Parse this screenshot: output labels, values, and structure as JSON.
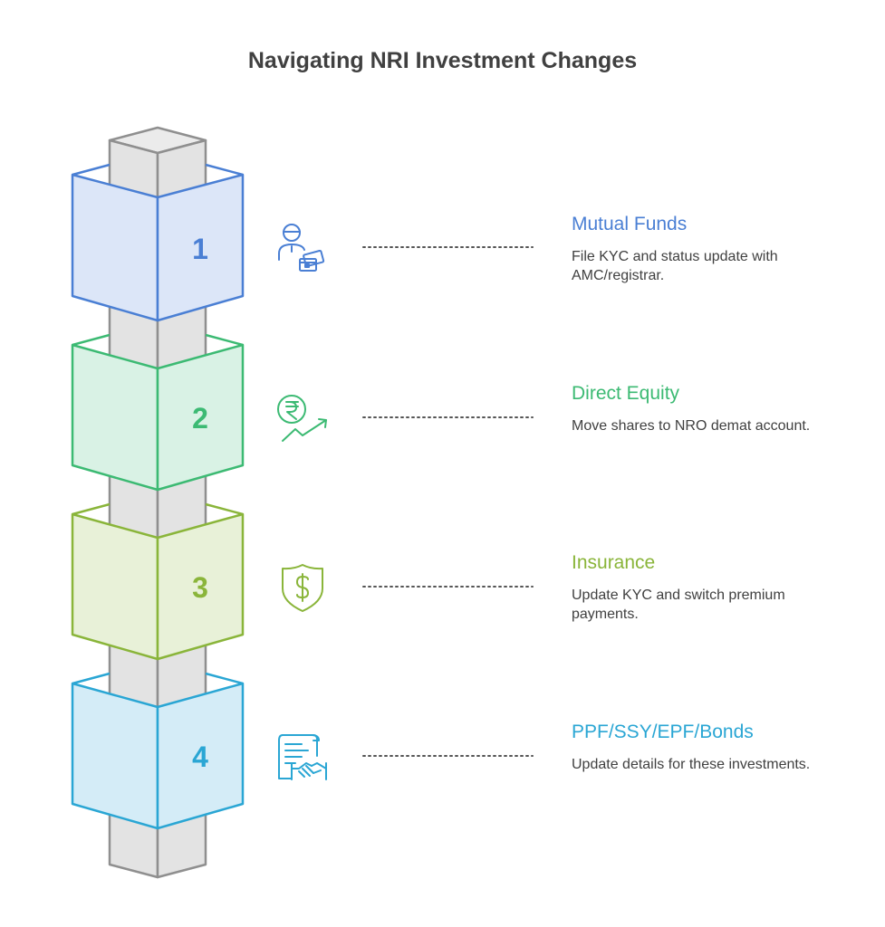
{
  "title": "Navigating NRI Investment Changes",
  "steps": [
    {
      "number": "1",
      "title": "Mutual Funds",
      "description": "File KYC and status update with AMC/registrar.",
      "icon": "user-with-wallet-icon",
      "color": "#4a7fd4",
      "fill": "#dce6f8"
    },
    {
      "number": "2",
      "title": "Direct Equity",
      "description": "Move shares to NRO demat account.",
      "icon": "rupee-growth-icon",
      "color": "#3cba73",
      "fill": "#d9f2e5"
    },
    {
      "number": "3",
      "title": "Insurance",
      "description": "Update KYC and switch premium payments.",
      "icon": "dollar-shield-icon",
      "color": "#8ab53a",
      "fill": "#e8f1d8"
    },
    {
      "number": "4",
      "title": "PPF/SSY/EPF/Bonds",
      "description": "Update details for these investments.",
      "icon": "contract-handshake-icon",
      "color": "#2aa6d4",
      "fill": "#d4ecf7"
    }
  ]
}
